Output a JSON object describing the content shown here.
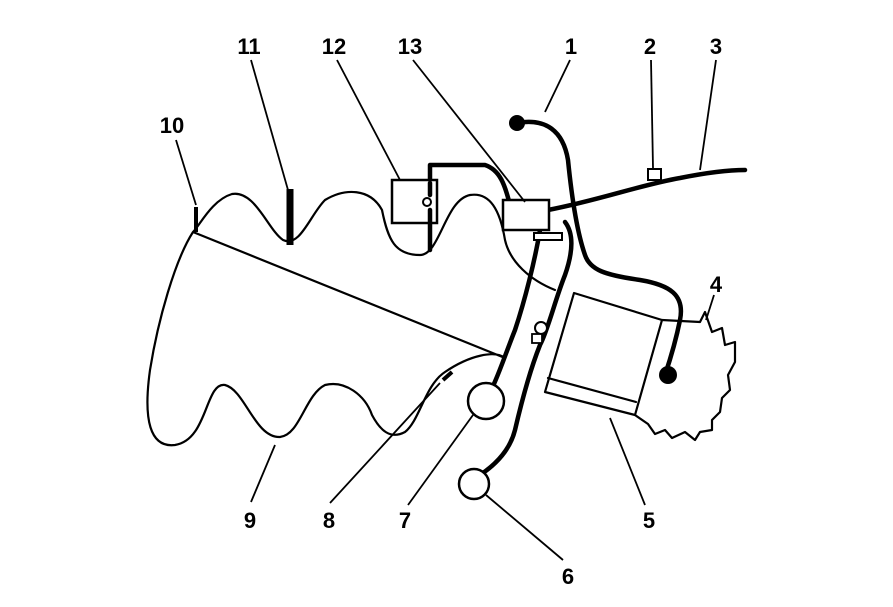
{
  "callouts": [
    {
      "id": "c1",
      "label": "1"
    },
    {
      "id": "c2",
      "label": "2"
    },
    {
      "id": "c3",
      "label": "3"
    },
    {
      "id": "c4",
      "label": "4"
    },
    {
      "id": "c5",
      "label": "5"
    },
    {
      "id": "c6",
      "label": "6"
    },
    {
      "id": "c7",
      "label": "7"
    },
    {
      "id": "c8",
      "label": "8"
    },
    {
      "id": "c9",
      "label": "9"
    },
    {
      "id": "c10",
      "label": "10"
    },
    {
      "id": "c11",
      "label": "11"
    },
    {
      "id": "c12",
      "label": "12"
    },
    {
      "id": "c13",
      "label": "13"
    }
  ],
  "colors": {
    "line": "#000000",
    "background": "#ffffff"
  }
}
